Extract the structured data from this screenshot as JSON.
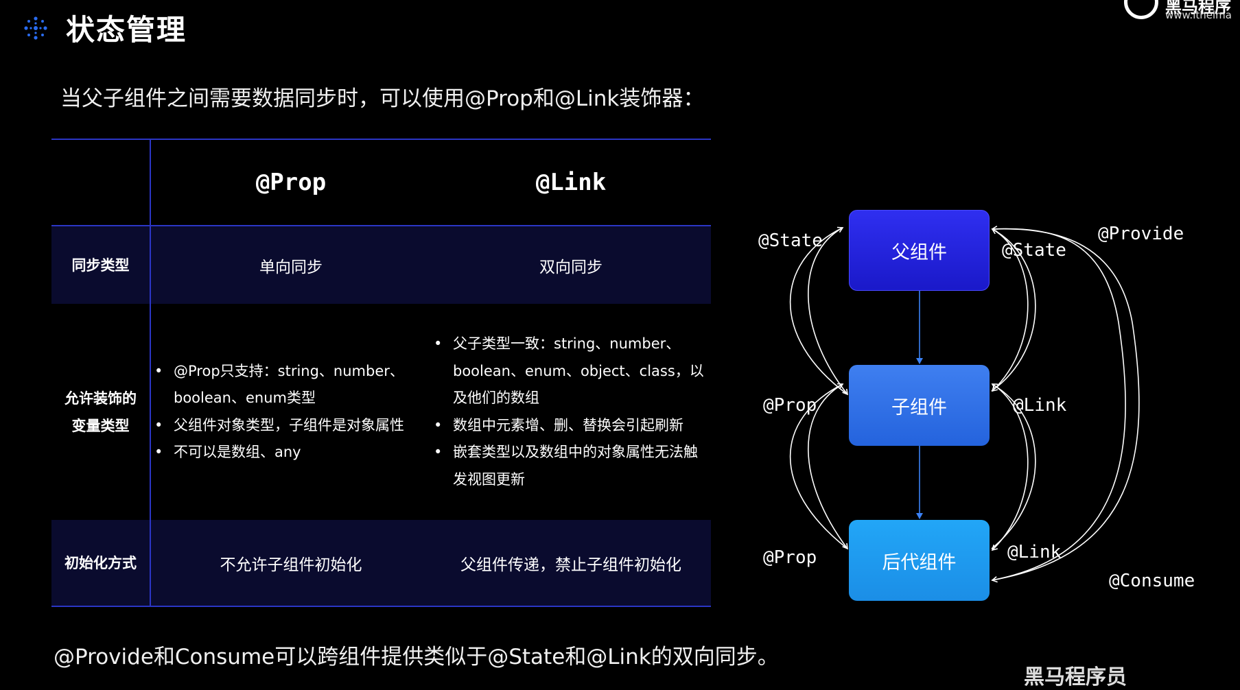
{
  "header": {
    "title": "状态管理",
    "icon": "snowflake-icon"
  },
  "logo": {
    "name": "黑马程序",
    "url": "www.itheima"
  },
  "subtitle": "当父子组件之间需要数据同步时，可以使用@Prop和@Link装饰器：",
  "table": {
    "columns": [
      "",
      "@Prop",
      "@Link"
    ],
    "rows": [
      {
        "label_lines": [
          "同步类型"
        ],
        "prop": "单向同步",
        "link": "双向同步"
      },
      {
        "label_lines": [
          "允许装饰的",
          "变量类型"
        ],
        "prop_items": [
          "@Prop只支持：string、number、boolean、enum类型",
          "父组件对象类型，子组件是对象属性",
          "不可以是数组、any"
        ],
        "link_items": [
          "父子类型一致：string、number、boolean、enum、object、class，以及他们的数组",
          "数组中元素增、删、替换会引起刷新",
          "嵌套类型以及数组中的对象属性无法触发视图更新"
        ]
      },
      {
        "label_lines": [
          "初始化方式"
        ],
        "prop": "不允许子组件初始化",
        "link": "父组件传递，禁止子组件初始化"
      }
    ]
  },
  "diagram": {
    "nodes": {
      "parent": "父组件",
      "child": "子组件",
      "descendant": "后代组件"
    },
    "labels": {
      "state_left": "@State",
      "state_right": "@State",
      "provide": "@Provide",
      "prop_mid": "@Prop",
      "link_mid": "@Link",
      "prop_bottom": "@Prop",
      "link_bottom": "@Link",
      "consume": "@Consume"
    },
    "colors": {
      "parent": "#1f1fd8",
      "child": "#3070e8",
      "descendant": "#1e9cef",
      "arrow_down": "#3b82f6"
    }
  },
  "footer": {
    "text": "@Provide和Consume可以跨组件提供类似于@State和@Link的双向同步。",
    "right_text": "黑马程序员"
  }
}
